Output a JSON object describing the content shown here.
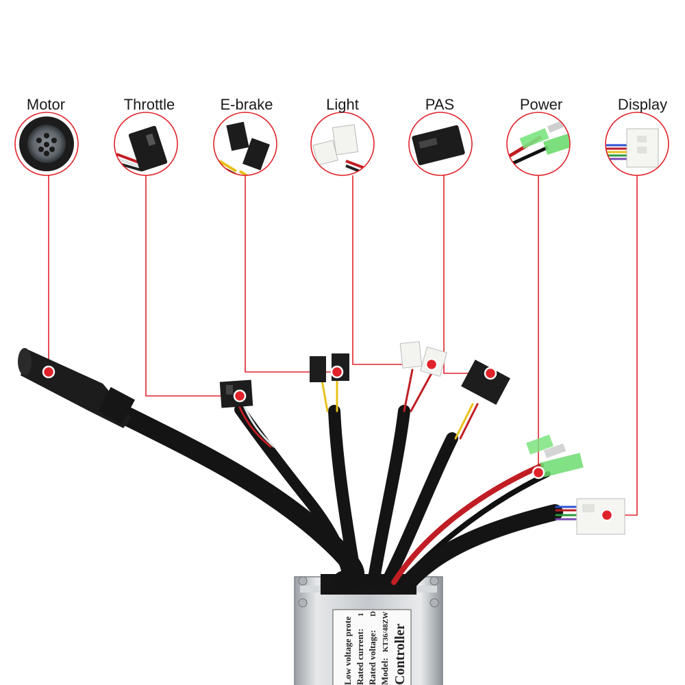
{
  "connectors": [
    {
      "label": "Motor",
      "icon": "motor-connector-icon"
    },
    {
      "label": "Throttle",
      "icon": "throttle-connector-icon"
    },
    {
      "label": "E-brake",
      "icon": "ebrake-connector-icon"
    },
    {
      "label": "Light",
      "icon": "light-connector-icon"
    },
    {
      "label": "PAS",
      "icon": "pas-connector-icon"
    },
    {
      "label": "Power",
      "icon": "power-connector-icon"
    },
    {
      "label": "Display",
      "icon": "display-connector-icon"
    }
  ],
  "controller": {
    "title": "Controller",
    "model_label": "Model:",
    "model_value": "KT36/48ZW",
    "rated_voltage_label": "Rated voltage:",
    "rated_voltage_value": "D",
    "rated_current_label": "Rated current:",
    "rated_current_value": "1",
    "low_voltage_label": "Low voltage prote"
  },
  "colors": {
    "callout_line": "#e0222a",
    "marker": "#e0222a",
    "cable": "#141414",
    "housing": "#c9cdd1"
  }
}
